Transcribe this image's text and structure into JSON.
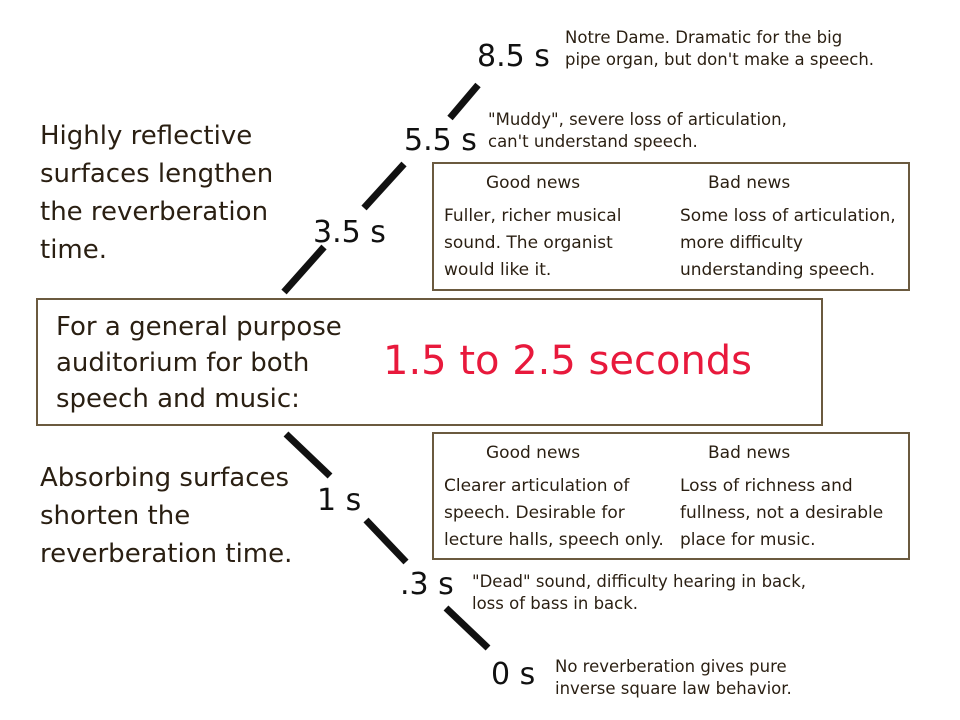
{
  "colors": {
    "highlight": "#e8193c",
    "border": "#6b5a3f",
    "text": "#2a1f12"
  },
  "side_labels": {
    "upper": [
      "Highly reflective",
      "surfaces lengthen",
      "the reverberation",
      "time."
    ],
    "lower": [
      "Absorbing surfaces",
      "shorten the",
      "reverberation time."
    ]
  },
  "times": {
    "t85": "8.5 s",
    "t55": "5.5 s",
    "t35": "3.5 s",
    "t1": "1 s",
    "t03": ".3 s",
    "t0": "0 s"
  },
  "notes": {
    "t85": [
      "Notre Dame. Dramatic for the big",
      "pipe organ, but don't make a speech."
    ],
    "t55": [
      "\"Muddy\",  severe loss of articulation,",
      "can't understand speech."
    ],
    "t03": [
      "\"Dead\" sound, difficulty hearing in back,",
      "loss of bass in back."
    ],
    "t0": [
      "No reverberation gives pure",
      "inverse square law behavior."
    ]
  },
  "upper_box": {
    "good_header": "Good news",
    "bad_header": "Bad news",
    "good": [
      "Fuller, richer musical",
      "sound. The organist",
      "would like it."
    ],
    "bad": [
      "Some loss of articulation,",
      "more difficulty",
      "understanding speech."
    ]
  },
  "lower_box": {
    "good_header": "Good news",
    "bad_header": "Bad news",
    "good": [
      "Clearer articulation of",
      "speech. Desirable for",
      "lecture halls, speech only."
    ],
    "bad": [
      "Loss of richness and",
      "fullness, not a desirable",
      "place for music."
    ]
  },
  "main_box": {
    "lines": [
      "For a general purpose",
      "auditorium for both",
      "speech and music:"
    ],
    "recommendation": "1.5 to 2.5 seconds"
  }
}
